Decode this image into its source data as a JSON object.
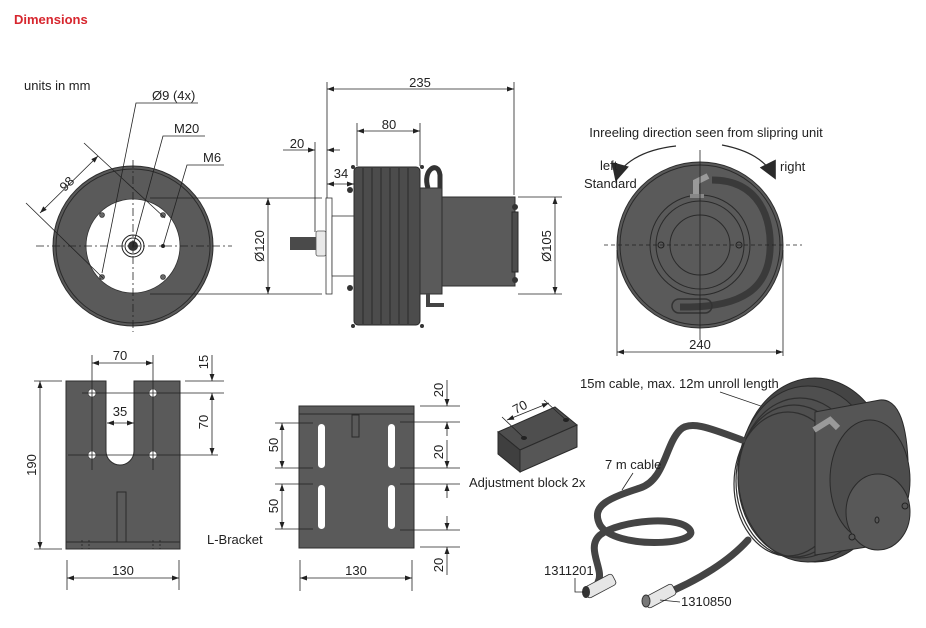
{
  "header": {
    "title": "Dimensions",
    "title_color": "#d7262e"
  },
  "units_note": "units in mm",
  "front_view": {
    "callouts": {
      "holes": "Ø9 (4x)",
      "center_thread": "M20",
      "side_thread": "M6"
    },
    "dims": {
      "hole_spacing": "98"
    }
  },
  "side_view": {
    "dims": {
      "overall_length": "235",
      "drum_width": "80",
      "flange_offset": "20",
      "drum_offset": "34",
      "flange_diameter": "Ø120",
      "slipring_diameter": "Ø105"
    }
  },
  "rear_view": {
    "direction_title": "Inreeling direction seen from slipring unit",
    "left_label": "left",
    "standard_label": "Standard",
    "right_label": "right",
    "dims": {
      "diameter": "240"
    }
  },
  "l_bracket": {
    "label": "L-Bracket",
    "dims": {
      "hole_spacing_x": "70",
      "slot_width": "35",
      "top_offset": "15",
      "hole_spacing_y": "70",
      "height": "190",
      "width": "130"
    }
  },
  "mount_plate": {
    "dims": {
      "slot_length_upper": "50",
      "slot_length_lower": "50",
      "top_margin": "20",
      "slot_gap": "20",
      "bottom_margin": "20",
      "width": "130"
    }
  },
  "adjustment_block": {
    "label": "Adjustment block 2x",
    "dims": {
      "hole_spacing": "70"
    }
  },
  "iso_view": {
    "cable_main": "15m cable, max. 12m unroll length",
    "cable_short": "7 m cable",
    "connector_male": "1311201",
    "connector_female": "1310850"
  }
}
